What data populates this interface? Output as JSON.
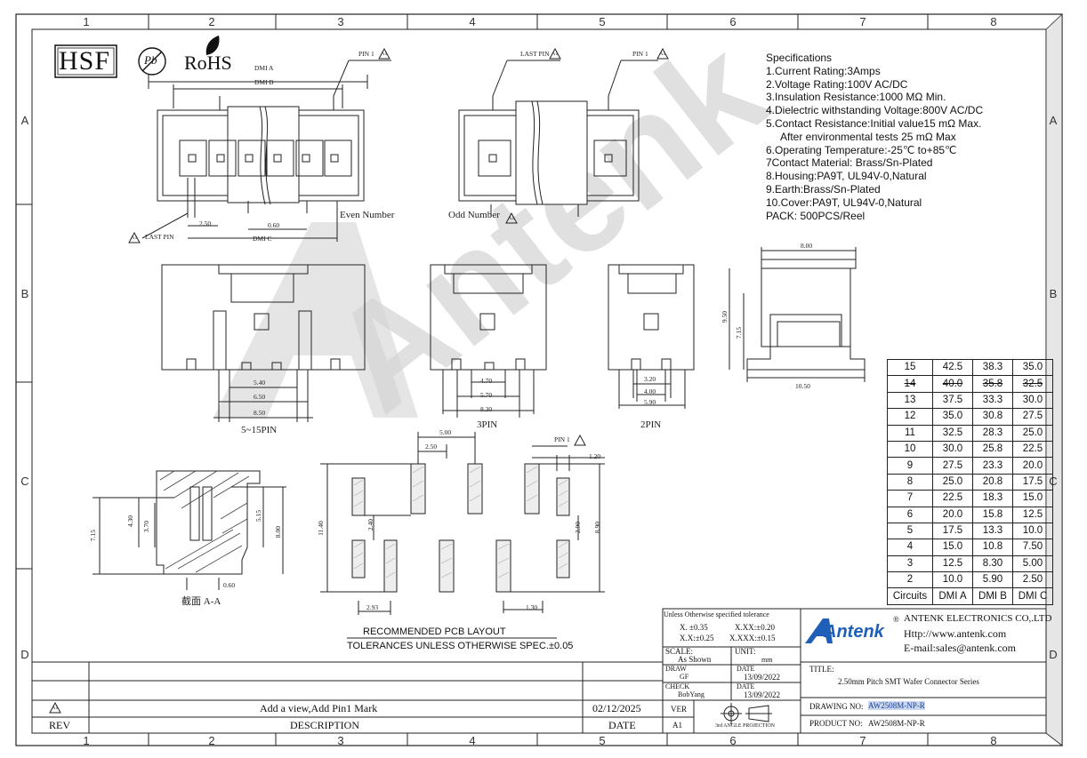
{
  "zones": {
    "top": [
      "1",
      "2",
      "3",
      "4",
      "5",
      "6",
      "7",
      "8"
    ],
    "side": [
      "A",
      "B",
      "C",
      "D"
    ]
  },
  "logos": {
    "hsf": "HSF",
    "pb": "Pb",
    "rohs": "RoHS"
  },
  "top_view": {
    "dmi_a": "DMI A",
    "dmi_b": "DMI B",
    "dmi_c": "DMI C",
    "pin1": "PIN 1",
    "last_pin": "LAST PIN",
    "pitch": "2.50",
    "pin_width": "0.60",
    "even_label": "Even Number",
    "odd_label": "Odd Number",
    "a1": "A1"
  },
  "specifications": {
    "title": "Specifications",
    "items": [
      "1.Current Rating:3Amps",
      "2.Voltage Rating:100V AC/DC",
      "3.Insulation Resistance:1000 MΩ Min.",
      "4.Dielectric withstanding Voltage:800V AC/DC",
      "5.Contact Resistance:Initial value15 mΩ Max.",
      "     After environmental tests 25 mΩ Max",
      "6.Operating Temperature:-25℃ to+85℃",
      "7Contact Material: Brass/Sn-Plated",
      "8.Housing:PA9T, UL94V-0,Natural",
      "9.Earth:Brass/Sn-Plated",
      "10.Cover:PA9T, UL94V-0,Natural",
      "PACK: 500PCS/Reel"
    ]
  },
  "front_views": {
    "v515": {
      "label": "5~15PIN",
      "d1": "5.40",
      "d2": "6.50",
      "d3": "8.50"
    },
    "v3": {
      "label": "3PIN",
      "d1": "4.70",
      "d2": "5.70",
      "d3": "8.30"
    },
    "v2": {
      "label": "2PIN",
      "d1": "3.20",
      "d2": "4.00",
      "d3": "5.90"
    },
    "side": {
      "w_top": "8.00",
      "h1": "9.50",
      "h2": "7.15",
      "w_bot": "10.50"
    }
  },
  "section": {
    "label": "截面  A-A",
    "d_715": "7.15",
    "d_430": "4.30",
    "d_370": "3.70",
    "d_515": "5.15",
    "d_800": "8.00",
    "d_060": "0.60"
  },
  "pcb": {
    "d_500": "5.00",
    "d_250": "2.50",
    "d_120": "1.20",
    "d_1140": "11.40",
    "d_240": "2.40",
    "d_290": "2.90",
    "d_890": "8.90",
    "d_293": "2.93",
    "d_130": "1.30",
    "pin1": "PIN 1",
    "title": "RECOMMENDED PCB LAYOUT",
    "tolerance": "TOLERANCES UNLESS OTHERWISE SPEC.±0.05"
  },
  "dims_table": {
    "headers": [
      "Circuits",
      "DMI A",
      "DMI B",
      "DMI C"
    ],
    "rows": [
      [
        "15",
        "42.5",
        "38.3",
        "35.0"
      ],
      [
        "14",
        "40.0",
        "35.8",
        "32.5"
      ],
      [
        "13",
        "37.5",
        "33.3",
        "30.0"
      ],
      [
        "12",
        "35.0",
        "30.8",
        "27.5"
      ],
      [
        "11",
        "32.5",
        "28.3",
        "25.0"
      ],
      [
        "10",
        "30.0",
        "25.8",
        "22.5"
      ],
      [
        "9",
        "27.5",
        "23.3",
        "20.0"
      ],
      [
        "8",
        "25.0",
        "20.8",
        "17.5"
      ],
      [
        "7",
        "22.5",
        "18.3",
        "15.0"
      ],
      [
        "6",
        "20.0",
        "15.8",
        "12.5"
      ],
      [
        "5",
        "17.5",
        "13.3",
        "10.0"
      ],
      [
        "4",
        "15.0",
        "10.8",
        "7.50"
      ],
      [
        "3",
        "12.5",
        "8.30",
        "5.00"
      ],
      [
        "2",
        "10.0",
        "5.90",
        "2.50"
      ]
    ]
  },
  "title_block": {
    "tolerance_title": "Unless Otherwise specified tolerance",
    "tol_x": "X. ±0.35",
    "tol_xx": "X.XX:±0.20",
    "tol_x2": "X.X:±0.25",
    "tol_xxx": "X.XXX:±0.15",
    "company": "ANTENK ELECTRONICS CO,.LTD",
    "registered": "®",
    "website": "Http://www.antenk.com",
    "email": "E-mail:sales@antenk.com",
    "brand": "Antenk",
    "scale_label": "SCALE:",
    "scale_value": "As Shown",
    "unit_label": "UNIT:",
    "unit_value": "mm",
    "draw_label": "DRAW",
    "draw_value": "GF",
    "date_label": "DATE",
    "draw_date": "13/09/2022",
    "check_label": "CHECK",
    "check_value": "BobYang",
    "check_date": "13/09/2022",
    "ver_label": "VER",
    "ver_value": "A1",
    "projection": "3rd ANGLE PROJECTION",
    "title_label": "TITLE:",
    "title_value": "2.50mm Pitch SMT Wafer Connector Series",
    "drawing_no_label": "DRAWING NO:",
    "drawing_no": "AW2508M-NP-R",
    "product_no_label": "PRODUCT NO:",
    "product_no": "AW2508M-NP-R",
    "revision": "A1",
    "revision_desc": "Add a view,Add Pin1 Mark",
    "revision_date": "02/12/2025",
    "rev_label": "REV",
    "desc_label": "DESCRIPTION",
    "date_col_label": "DATE"
  },
  "watermark": "Antenk",
  "colors": {
    "line": "#222222",
    "watermark": "#d9d9d9",
    "brand_blue": "#1f5fb8",
    "highlight": "#c9d8f0"
  }
}
